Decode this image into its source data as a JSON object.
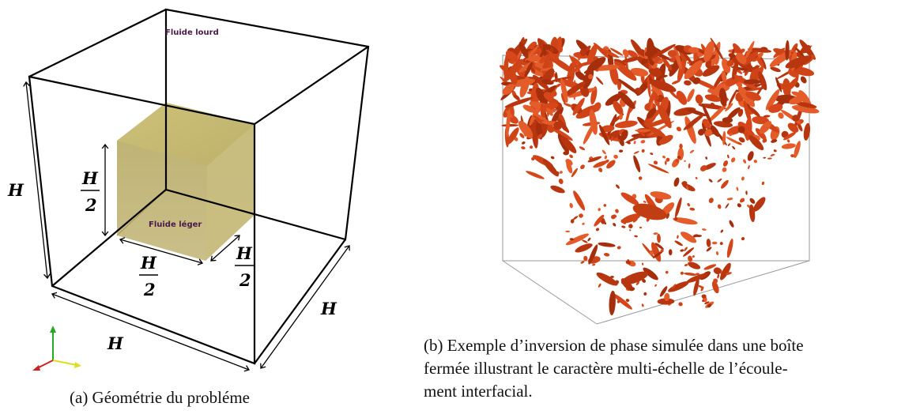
{
  "panel_a": {
    "labels": {
      "heavy_fluid": "Fluide lourd",
      "light_fluid": "Fluide léger",
      "h_left": "H",
      "h_bottom": "H",
      "h_right": "H",
      "frac_vertical": {
        "num": "H",
        "den": "2"
      },
      "frac_bottom": {
        "num": "H",
        "den": "2"
      },
      "frac_right": {
        "num": "H",
        "den": "2"
      }
    },
    "colors": {
      "box_edges": "#000000",
      "inner_cube": "#b9ac6a",
      "fluid_label": "#4a1a4a",
      "axis_y": "#22aa22",
      "axis_x": "#dddd22",
      "axis_z": "#cc2222"
    },
    "caption": "(a) Géométrie du probléme"
  },
  "panel_b": {
    "image_description_icon": "phase-inversion-render",
    "colors": {
      "structures": "#d5471a",
      "box_edges": "#999999"
    },
    "caption_lines": [
      "(b) Exemple d’inversion de phase simulée dans une boîte",
      "fermée illustrant le caractère multi-échelle de l’écoule-",
      "ment interfacial."
    ]
  }
}
